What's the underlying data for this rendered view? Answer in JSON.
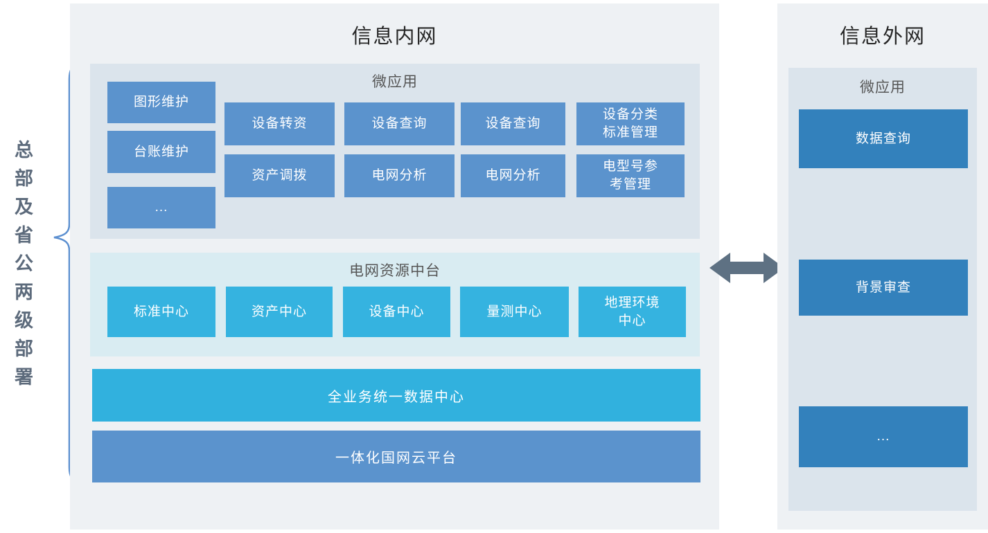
{
  "left_annotation": {
    "label": "总部及省公两级部署"
  },
  "intranet": {
    "title": "信息内网",
    "micro_apps": {
      "title": "微应用",
      "column1": [
        "图形维护",
        "台账维护",
        "..."
      ],
      "row1": [
        "设备转资",
        "设备查询",
        "设备查询",
        "设备分类\n标准管理"
      ],
      "row2": [
        "资产调拨",
        "电网分析",
        "电网分析",
        "电型号参\n考管理"
      ]
    },
    "resource_platform": {
      "title": "电网资源中台",
      "centers": [
        "标准中心",
        "资产中心",
        "设备中心",
        "量测中心",
        "地理环境\n中心"
      ]
    },
    "data_center_bar": "全业务统一数据中心",
    "cloud_bar": "一体化国网云平台"
  },
  "extranet": {
    "title": "信息外网",
    "micro_apps": {
      "title": "微应用",
      "items": [
        "数据查询",
        "背景审查",
        "..."
      ]
    }
  },
  "colors": {
    "panel_bg": "#eef1f4",
    "section_bg": "#dbe4ec",
    "resource_section_bg": "#d9ecf2",
    "node_blue": "#5b93cd",
    "node_cyan": "#35b3e0",
    "node_deep_blue": "#3381bc",
    "data_bar_cyan": "#31b1de",
    "arrow_gray": "#5e7183",
    "brace_blue": "#5b8fd0",
    "annotation_text": "#5d6b7c"
  }
}
